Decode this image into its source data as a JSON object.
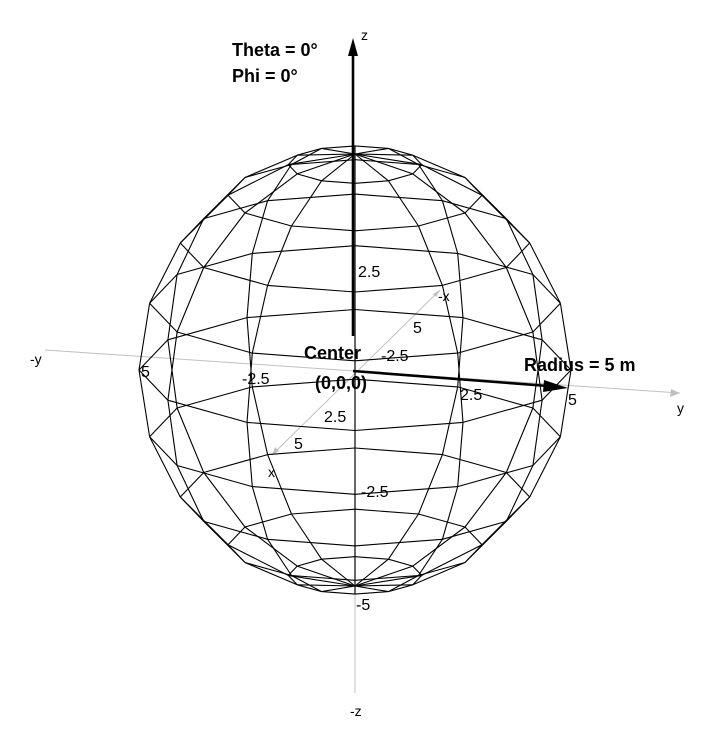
{
  "info": {
    "theta": "Theta = 0°",
    "phi": "Phi = 0°"
  },
  "axes": {
    "z_pos": "z",
    "z_neg": "-z",
    "y_pos": "y",
    "y_neg": "-y",
    "x_pos": "x",
    "x_neg": "-x"
  },
  "ticks": {
    "z_2_5": "2.5",
    "z_m2_5": "-2.5",
    "z_m5": "-5",
    "y_m5": "5",
    "y_m2_5": "-2.5",
    "y_2_5": "2.5",
    "y_5": "5",
    "x_m5": "5",
    "x_m2_5": "-2.5",
    "x_2_5": "2.5",
    "x_5": "5"
  },
  "center": {
    "label": "Center",
    "coords": "(0,0,0)"
  },
  "radius": {
    "label": "Radius = 5 m"
  }
}
